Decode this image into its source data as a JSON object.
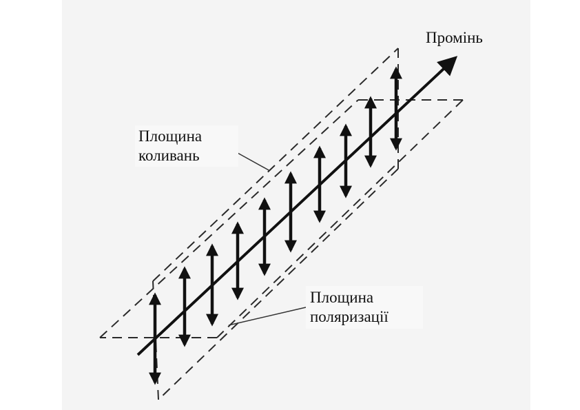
{
  "labels": {
    "beam": "Промінь",
    "oscillation_plane": [
      "Площина",
      "коливань"
    ],
    "polarization_plane": [
      "Площина",
      "поляризації"
    ]
  },
  "colors": {
    "ink": "#111111",
    "dashes": "#2a2a2a",
    "background": "#f4f4f4"
  }
}
